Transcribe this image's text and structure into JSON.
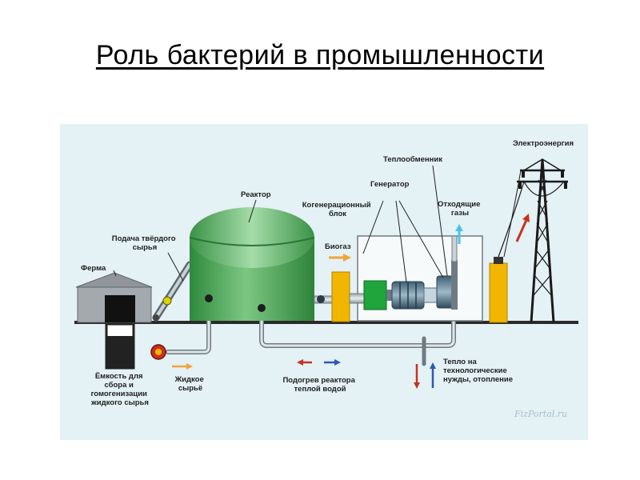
{
  "slide": {
    "title": "Роль бактерий в промышленности"
  },
  "diagram": {
    "labels": {
      "farm": "Ферма",
      "solid_feed_1": "Подача твёрдого",
      "solid_feed_2": "сырья",
      "reactor": "Реактор",
      "chp_1": "Когенерационный",
      "chp_2": "блок",
      "biogas": "Биогаз",
      "generator": "Генератор",
      "heat_exchanger": "Теплообменник",
      "exhaust_1": "Отходящие",
      "exhaust_2": "газы",
      "electricity": "Электроэнергия",
      "tank_1": "Ёмкость для",
      "tank_2": "сбора и",
      "tank_3": "гомогенизации",
      "tank_4": "жидкого сырья",
      "liquid_1": "Жидкое",
      "liquid_2": "сырьё",
      "reheat_1": "Подогрев реактора",
      "reheat_2": "теплой водой",
      "heat_1": "Тепло на",
      "heat_2": "технологические",
      "heat_3": "нужды, отопление"
    },
    "watermark": "FizPortal.ru",
    "colors": {
      "background": "#e4f1f5",
      "reactor_green": "#3f9d4a",
      "tank_yellow": "#f2b600",
      "generator_green": "#1fa53c",
      "flow_red": "#c7321f",
      "flow_blue": "#2d57b7",
      "flow_orange": "#f2a43a",
      "exhaust_cyan": "#49c3ea"
    }
  }
}
